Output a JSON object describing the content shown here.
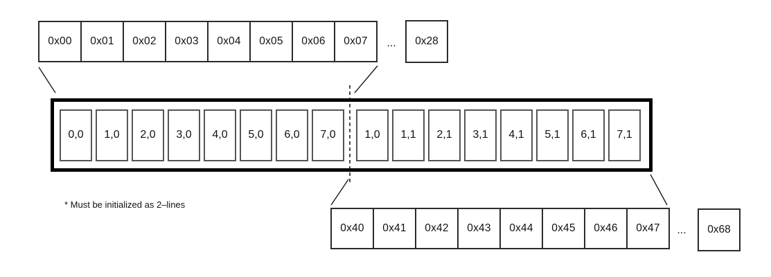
{
  "figure": {
    "title": "two-line buffer address mapping diagram",
    "top_row": {
      "cells": [
        "0x00",
        "0x01",
        "0x02",
        "0x03",
        "0x04",
        "0x05",
        "0x06",
        "0x07"
      ],
      "ellipsis": "...",
      "tail_cell": "0x28"
    },
    "line_box": {
      "left_cells": [
        "0,0",
        "1,0",
        "2,0",
        "3,0",
        "4,0",
        "5,0",
        "6,0",
        "7,0"
      ],
      "right_cells": [
        "1,0",
        "1,1",
        "2,1",
        "3,1",
        "4,1",
        "5,1",
        "6,1",
        "7,1"
      ]
    },
    "bottom_row": {
      "cells": [
        "0x40",
        "0x41",
        "0x42",
        "0x43",
        "0x44",
        "0x45",
        "0x46",
        "0x47"
      ],
      "ellipsis": "...",
      "tail_cell": "0x68"
    },
    "note": "* Must be initialized as 2–lines",
    "colors": {
      "frame": "#000000",
      "cell_border": "#555555",
      "addr_border": "#2b2b2b",
      "connector": "#1a1a1a",
      "background": "#ffffff"
    }
  }
}
